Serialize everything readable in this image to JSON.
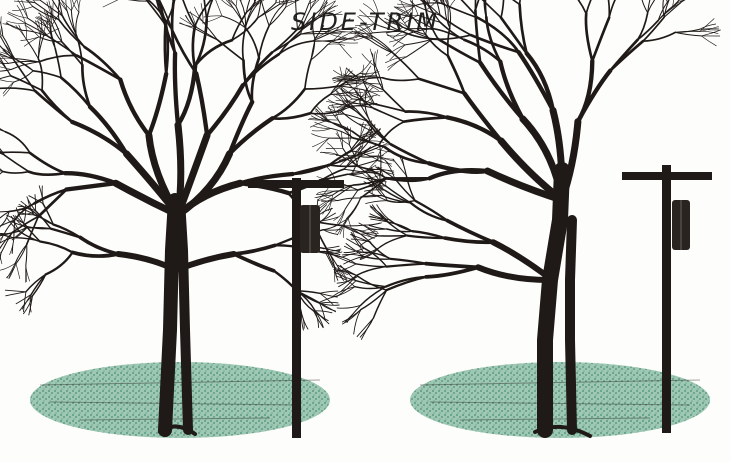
{
  "title": "SIDE-TRIM",
  "colors": {
    "ink": "#1f1a17",
    "grass": "#3f8a6c",
    "grass_light": "#7fb59c",
    "paper": "#fdfdfb"
  },
  "panels": [
    {
      "name": "before-trim",
      "tree": "full-crown-tree",
      "pole": "utility-pole-with-transformer"
    },
    {
      "name": "after-trim",
      "tree": "side-trimmed-tree",
      "pole": "utility-pole-with-transformer"
    }
  ]
}
